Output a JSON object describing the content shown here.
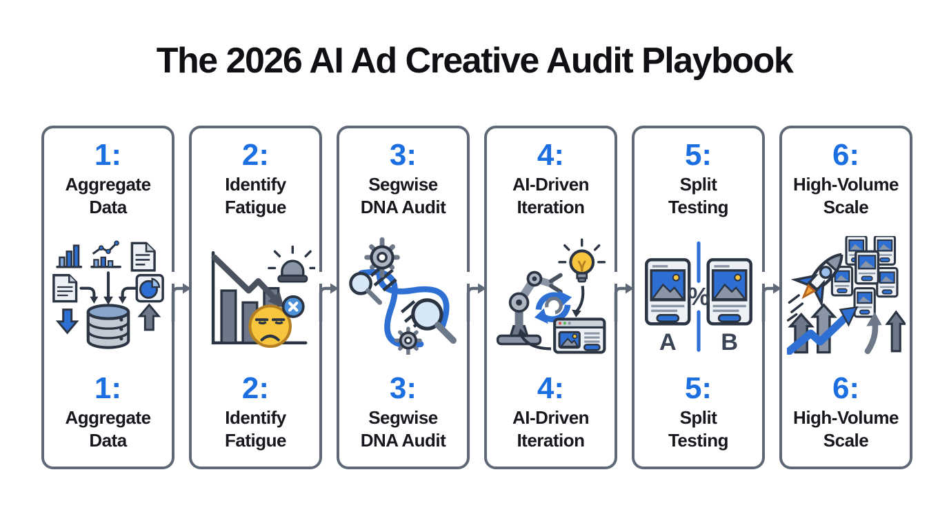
{
  "title": "The 2026 AI Ad Creative Audit Playbook",
  "colors": {
    "accent_blue": "#1c6fe0",
    "icon_blue": "#2e6fd3",
    "card_border": "#5e6876",
    "text_dark": "#16181d",
    "icon_gray": "#6d7888",
    "icon_yellow": "#f8c63e"
  },
  "steps": [
    {
      "number": "1:",
      "label_lines": [
        "Aggregate",
        "Data"
      ],
      "icon": "aggregate-data-icon"
    },
    {
      "number": "2:",
      "label_lines": [
        "Identify",
        "Fatigue"
      ],
      "icon": "fatigue-decline-icon"
    },
    {
      "number": "3:",
      "label_lines": [
        "Segwise",
        "DNA Audit"
      ],
      "icon": "dna-audit-icon"
    },
    {
      "number": "4:",
      "label_lines": [
        "AI-Driven",
        "Iteration"
      ],
      "icon": "ai-iteration-icon"
    },
    {
      "number": "5:",
      "label_lines": [
        "Split",
        "Testing"
      ],
      "icon": "split-testing-icon",
      "icon_labels": {
        "variant_a": "A",
        "variant_b": "B",
        "metric": "%"
      }
    },
    {
      "number": "6:",
      "label_lines": [
        "High-Volume",
        "Scale"
      ],
      "icon": "scale-growth-icon"
    }
  ]
}
